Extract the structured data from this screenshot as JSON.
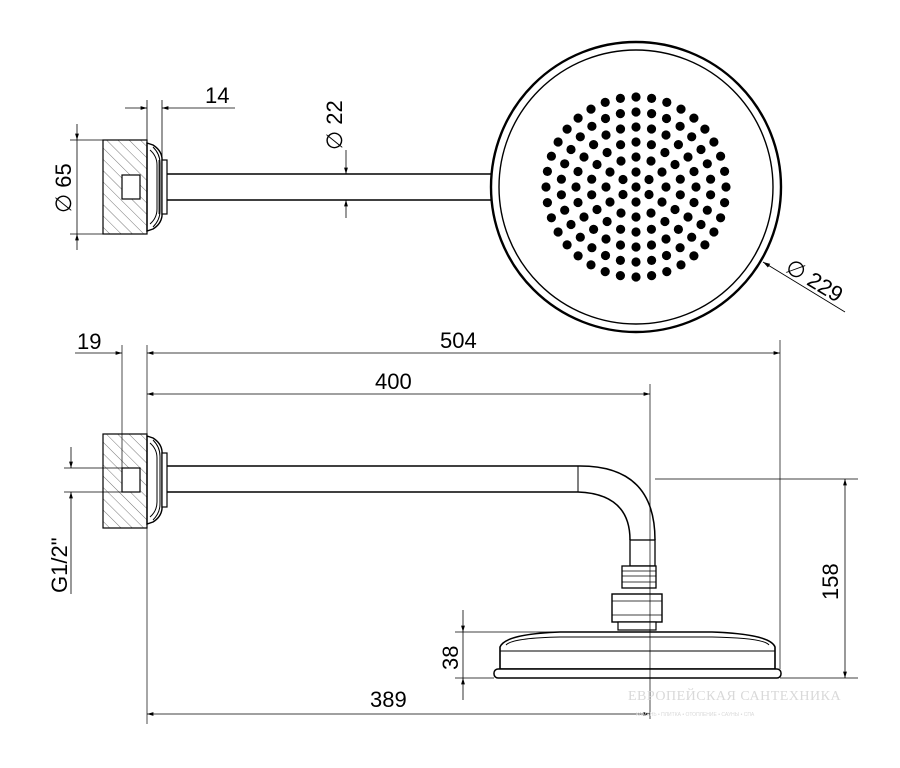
{
  "dimensions": {
    "flange_thickness": "14",
    "pipe_diameter": "∅ 22",
    "flange_diameter": "∅ 65",
    "head_diameter": "∅ 229",
    "wall_offset": "19",
    "total_length": "504",
    "arm_length": "400",
    "head_center_offset": "389",
    "drop_height": "158",
    "head_height": "38",
    "thread": "G1/2\""
  },
  "watermark": {
    "title": "ЕВРОПЕЙСКАЯ САНТЕХНИКА",
    "subtitle": "КАМЕНЬ • ПЛИТКА • ОТОПЛЕНИЕ • САУНЫ • СПА"
  }
}
